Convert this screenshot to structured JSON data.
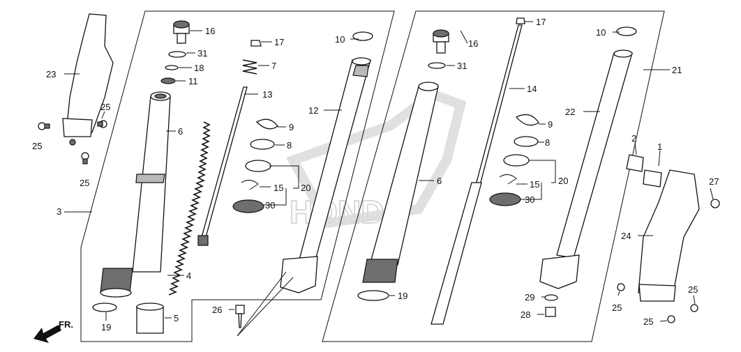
{
  "watermark": {
    "text": "HONDA"
  },
  "direction_marker": {
    "text": "FR."
  },
  "callouts": [
    {
      "id": "c23a",
      "text": "23"
    },
    {
      "id": "c25a",
      "text": "25"
    },
    {
      "id": "c25b",
      "text": "25"
    },
    {
      "id": "c25c",
      "text": "25"
    },
    {
      "id": "c3",
      "text": "3"
    },
    {
      "id": "c6a",
      "text": "6"
    },
    {
      "id": "c4",
      "text": "4"
    },
    {
      "id": "c19a",
      "text": "19"
    },
    {
      "id": "c5",
      "text": "5"
    },
    {
      "id": "c16a",
      "text": "16"
    },
    {
      "id": "c31a",
      "text": "31"
    },
    {
      "id": "c18",
      "text": "18"
    },
    {
      "id": "c11",
      "text": "11"
    },
    {
      "id": "c17a",
      "text": "17"
    },
    {
      "id": "c7",
      "text": "7"
    },
    {
      "id": "c13",
      "text": "13"
    },
    {
      "id": "c9a",
      "text": "9"
    },
    {
      "id": "c8a",
      "text": "8"
    },
    {
      "id": "c15a",
      "text": "15"
    },
    {
      "id": "c20a",
      "text": "20"
    },
    {
      "id": "c30a",
      "text": "30"
    },
    {
      "id": "c26",
      "text": "26"
    },
    {
      "id": "c10a",
      "text": "10"
    },
    {
      "id": "c12",
      "text": "12"
    },
    {
      "id": "c16b",
      "text": "16"
    },
    {
      "id": "c31b",
      "text": "31"
    },
    {
      "id": "c6b",
      "text": "6"
    },
    {
      "id": "c19b",
      "text": "19"
    },
    {
      "id": "c17b",
      "text": "17"
    },
    {
      "id": "c14",
      "text": "14"
    },
    {
      "id": "c9b",
      "text": "9"
    },
    {
      "id": "c8b",
      "text": "8"
    },
    {
      "id": "c15b",
      "text": "15"
    },
    {
      "id": "c20b",
      "text": "20"
    },
    {
      "id": "c30b",
      "text": "30"
    },
    {
      "id": "c10b",
      "text": "10"
    },
    {
      "id": "c21",
      "text": "21"
    },
    {
      "id": "c22",
      "text": "22"
    },
    {
      "id": "c2",
      "text": "2"
    },
    {
      "id": "c1",
      "text": "1"
    },
    {
      "id": "c27",
      "text": "27"
    },
    {
      "id": "c24",
      "text": "24"
    },
    {
      "id": "c29",
      "text": "29"
    },
    {
      "id": "c28",
      "text": "28"
    },
    {
      "id": "c25d",
      "text": "25"
    },
    {
      "id": "c25e",
      "text": "25"
    },
    {
      "id": "c25f",
      "text": "25"
    }
  ]
}
